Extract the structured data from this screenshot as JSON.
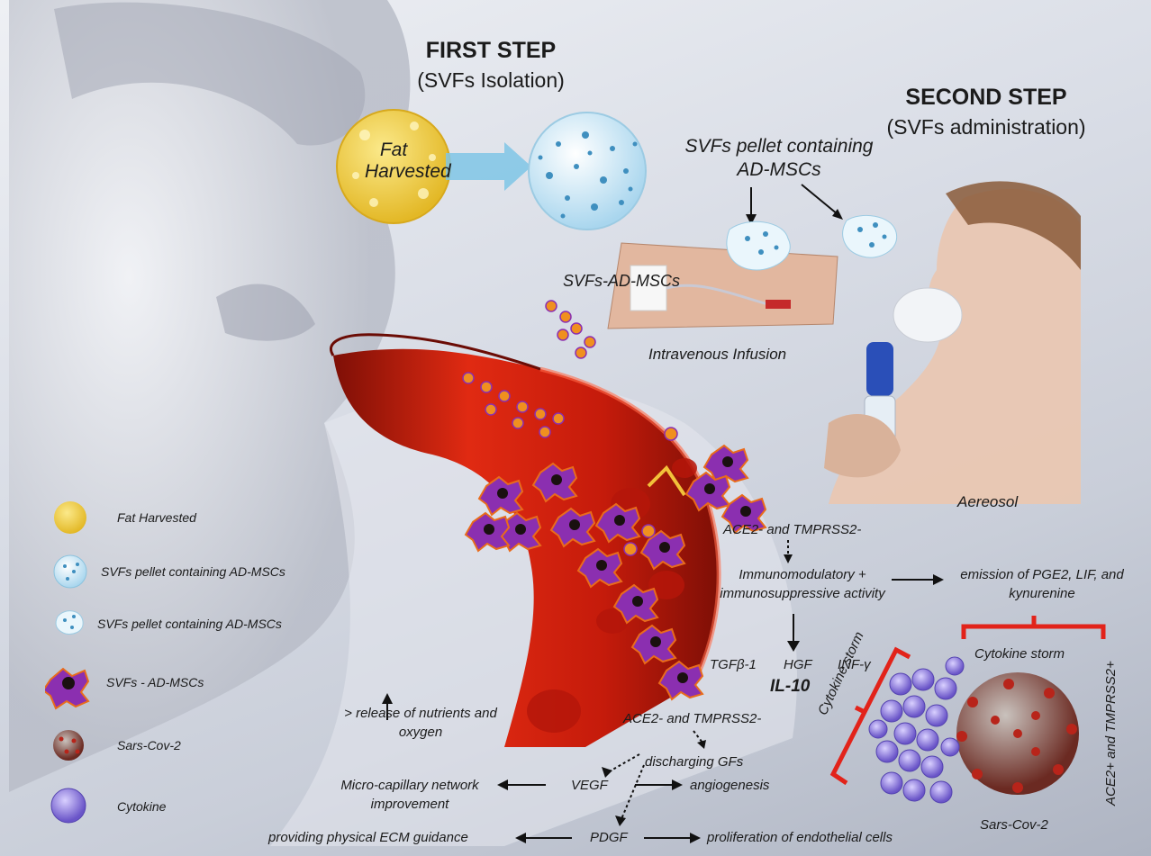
{
  "colors": {
    "vessel": "#d4210d",
    "vessel_dark": "#8e1308",
    "bracket": "#e2231a",
    "fat": "#f4d44a",
    "pellet": "#bfe3f5",
    "cell_purple": "#8b2fb0",
    "cytokine": "#8a7bd9"
  },
  "icons": [
    "fat-icon",
    "pellet-icon",
    "pellet-small-icon",
    "cell-icon",
    "virus-icon",
    "cytokine-icon"
  ],
  "first_step": {
    "title": "FIRST STEP",
    "subtitle": "(SVFs Isolation)"
  },
  "second_step": {
    "title": "SECOND STEP",
    "subtitle": "(SVFs administration)"
  },
  "fat_label": "Fat Harvested",
  "pellet_label": "SVFs pellet containing AD-MSCs",
  "svfs_label": "SVFs-AD-MSCs",
  "iv_label": "Intravenous Infusion",
  "aerosol_label": "Aereosol",
  "flow": {
    "ace_neg_top": "ACE2- and TMPRSS2-",
    "immuno": "Immunomodulatory + immunosuppressive activity",
    "emission": "emission of PGE2, LIF, and kynurenine",
    "tgf": "TGFβ-1",
    "hgf": "HGF",
    "inf": "INF-γ",
    "il10": "IL-10",
    "ace_neg_bottom": "ACE2- and TMPRSS2-",
    "release": "> release of nutrients and oxygen",
    "discharging": "discharging GFs",
    "micro": "Micro-capillary network improvement",
    "vegf": "VEGF",
    "angio": "angiogenesis",
    "pdgf": "PDGF",
    "ecm": "providing physical ECM guidance",
    "prolif": "proliferation of endothelial cells"
  },
  "cytokine_storm_top": "Cytokine storm",
  "cytokine_storm_side": "Cytokine storm",
  "ace_pos": "ACE2+ and TMPRSS2+",
  "sars_label": "Sars-Cov-2",
  "legend": [
    {
      "label": "Fat Harvested",
      "icon": "fat-icon"
    },
    {
      "label": "SVFs pellet containing AD-MSCs",
      "icon": "pellet-icon"
    },
    {
      "label": "SVFs pellet containing AD-MSCs",
      "icon": "pellet-small-icon"
    },
    {
      "label": "SVFs - AD-MSCs",
      "icon": "cell-icon"
    },
    {
      "label": "Sars-Cov-2",
      "icon": "virus-icon"
    },
    {
      "label": "Cytokine",
      "icon": "cytokine-icon"
    }
  ]
}
